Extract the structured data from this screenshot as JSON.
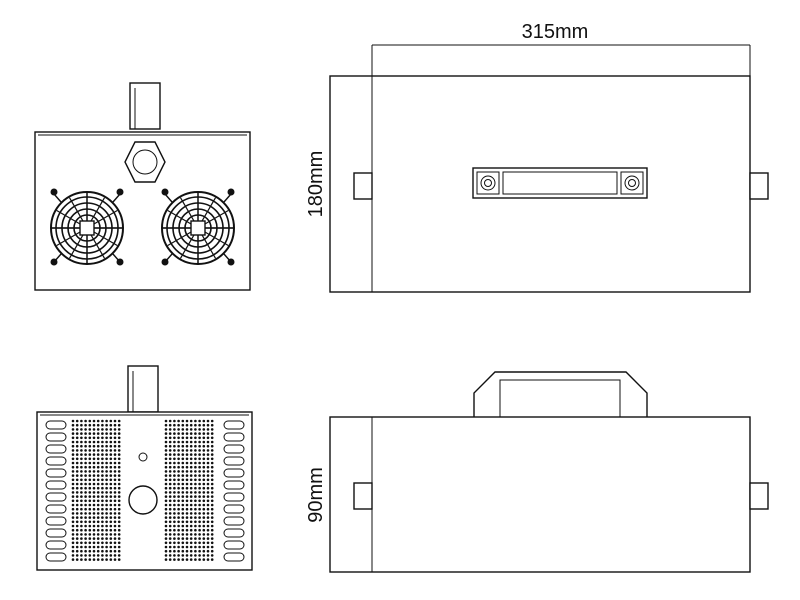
{
  "dimensions": {
    "width_label": "315mm",
    "height_label": "180mm",
    "depth_label": "90mm"
  },
  "colors": {
    "line": "#111111",
    "background": "#ffffff"
  }
}
